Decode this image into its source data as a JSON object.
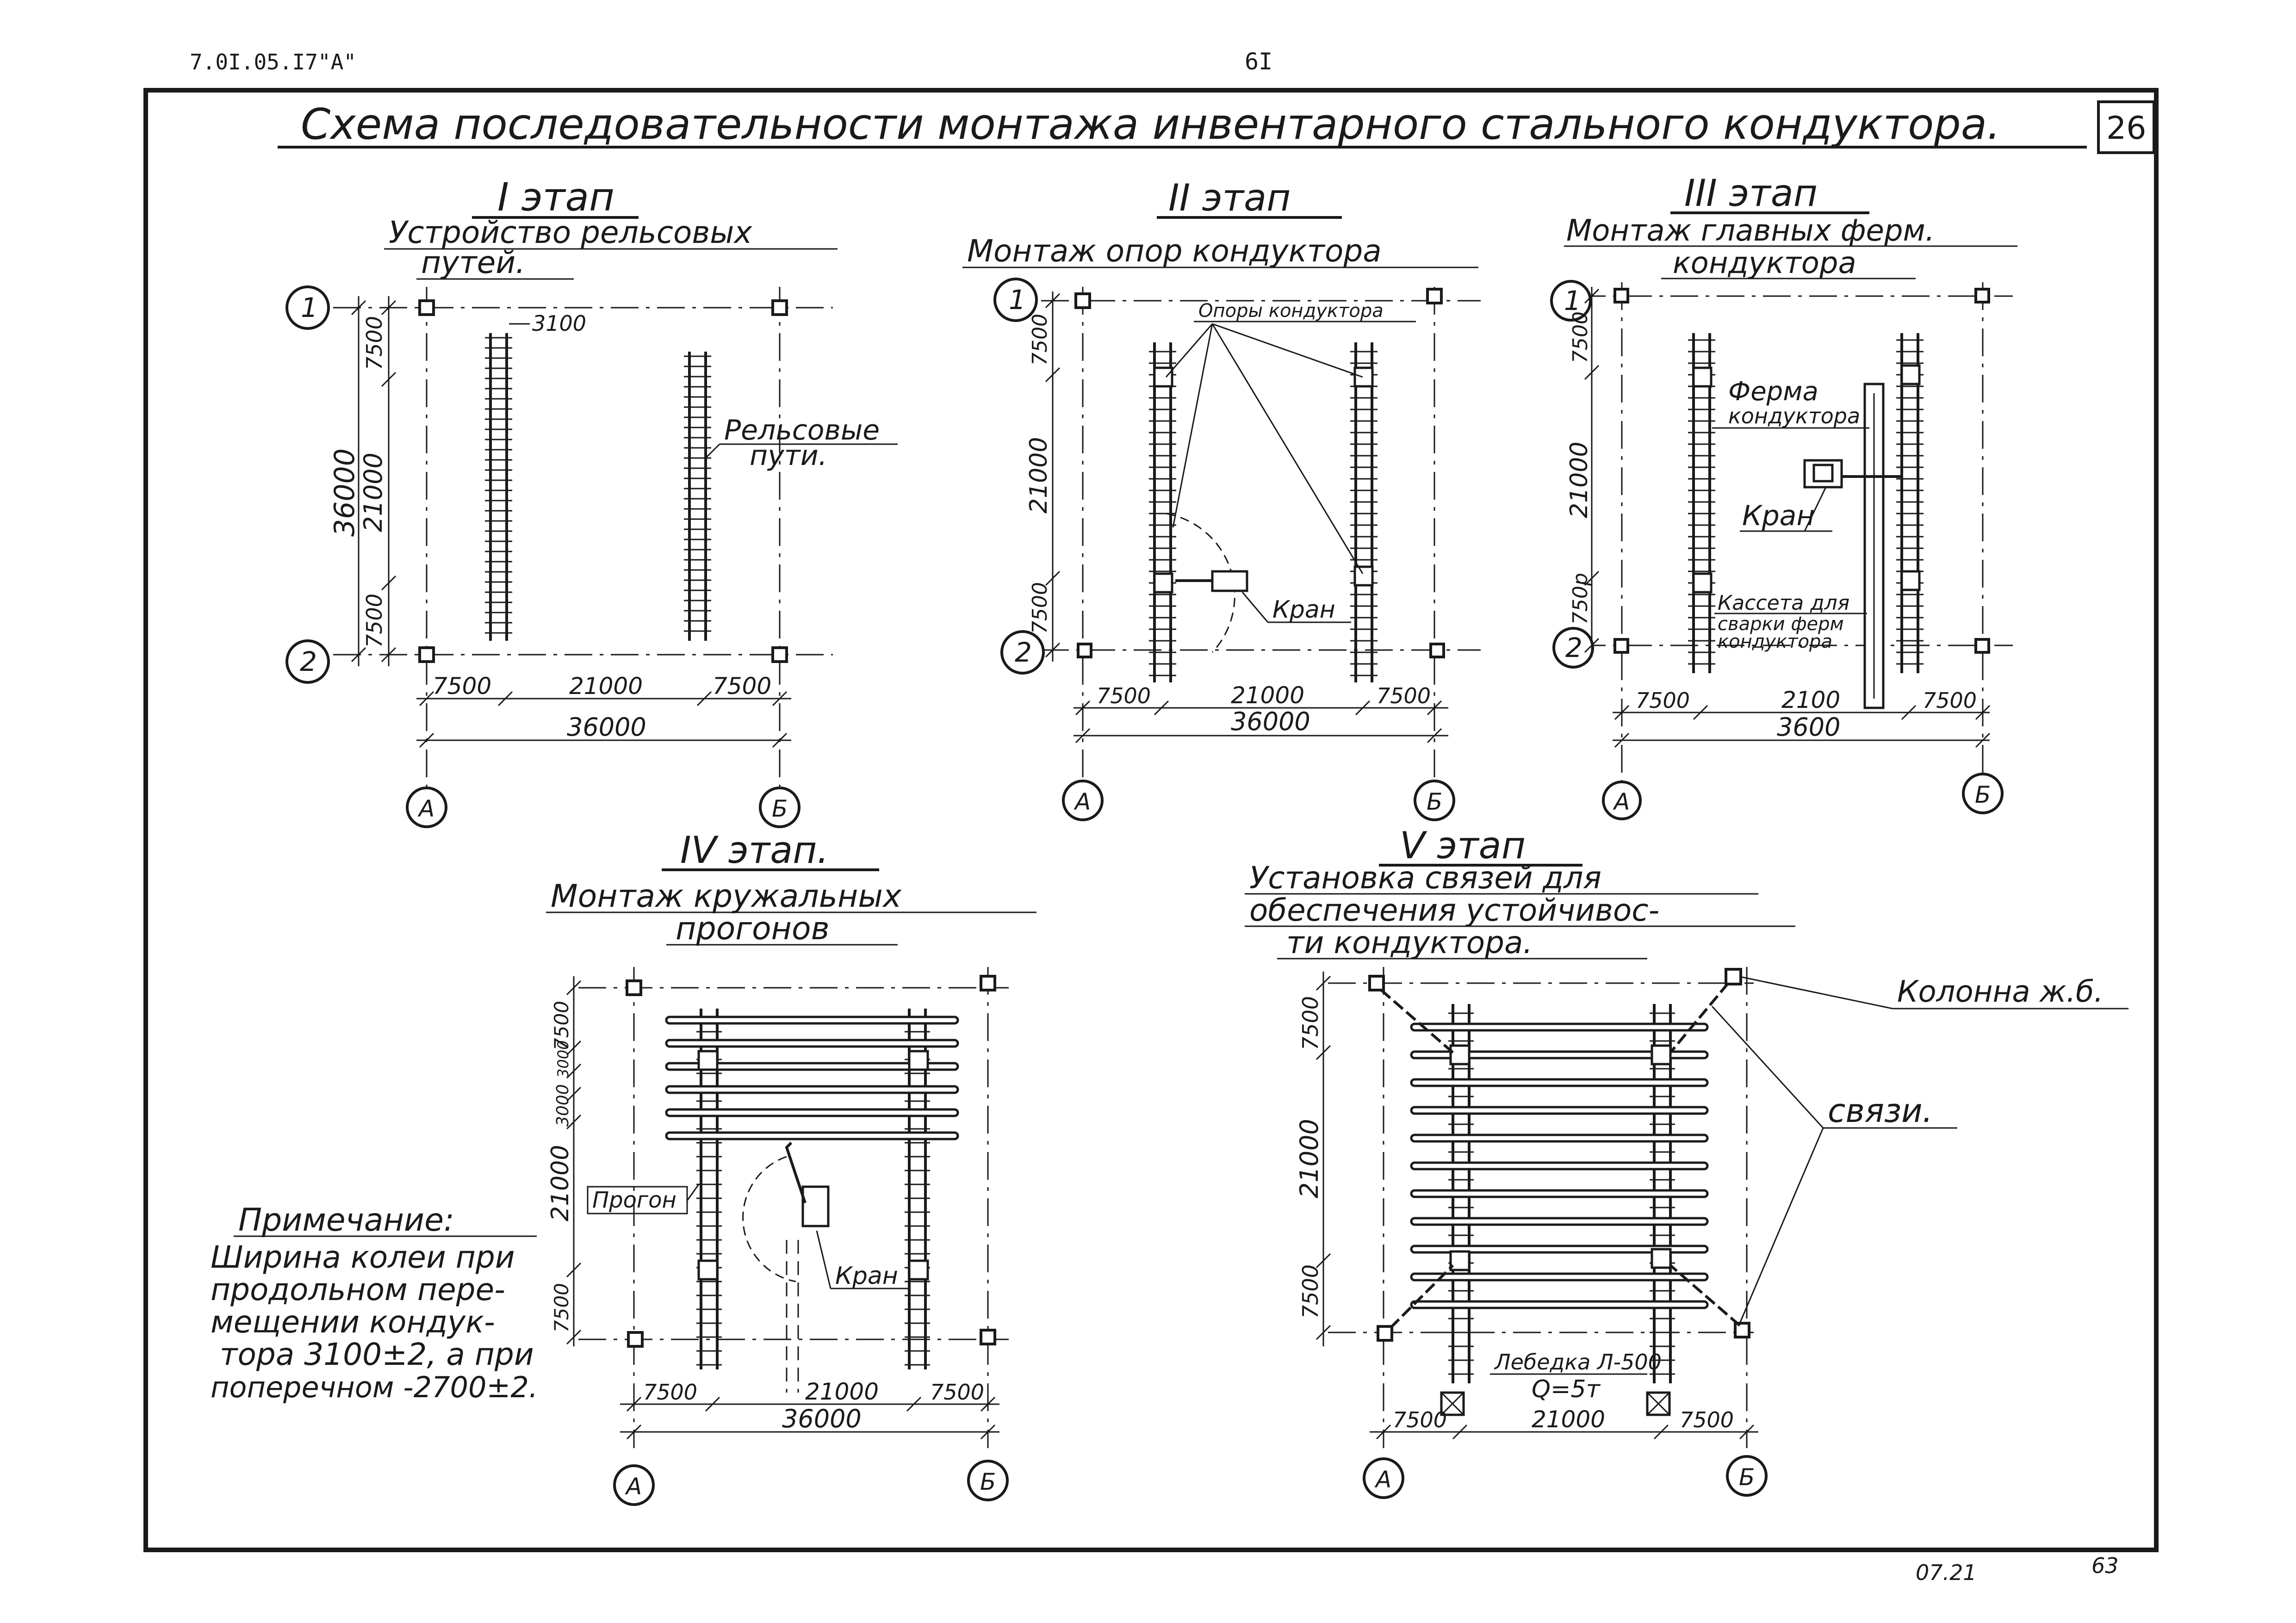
{
  "header": {
    "code": "7.0I.05.I7\"А\"",
    "page": "6I",
    "sheet_number": "26",
    "title": "Схема последовательности монтажа инвентарного стального кондуктора."
  },
  "stage1": {
    "title": "I этап",
    "subtitle1": "Устройство рельсовых",
    "subtitle2": "путей.",
    "gauge": "3100",
    "rails_label1": "Рельсовые",
    "rails_label2": "пути.",
    "dims_v": [
      "7500",
      "21000",
      "7500"
    ],
    "dim_total_v": "36000",
    "dims_h": [
      "7500",
      "21000",
      "7500"
    ],
    "dim_total_h": "36000",
    "axes": [
      "1",
      "2",
      "А",
      "Б"
    ]
  },
  "stage2": {
    "title": "II этап",
    "subtitle": "Монтаж опор кондуктора",
    "supports_label": "Опоры кондуктора",
    "crane_label": "Кран",
    "dims_v": [
      "7500",
      "21000",
      "7500"
    ],
    "dims_h": [
      "7500",
      "21000",
      "7500"
    ],
    "dim_total_h": "36000",
    "axes": [
      "1",
      "2",
      "А",
      "Б"
    ]
  },
  "stage3": {
    "title": "III этап",
    "subtitle1": "Монтаж главных ферм.",
    "subtitle2": "кондуктора",
    "truss_label1": "Ферма",
    "truss_label2": "кондуктора",
    "crane_label": "Кран",
    "cassette_label1": "Кассета для",
    "cassette_label2": "сварки ферм",
    "cassette_label3": "кондуктора",
    "dims_v": [
      "7500",
      "21000",
      "750р"
    ],
    "dims_h": [
      "7500",
      "2100",
      "7500"
    ],
    "dim_total_h": "3600",
    "axes": [
      "1",
      "2",
      "А",
      "Б"
    ]
  },
  "stage4": {
    "title": "IV этап.",
    "subtitle1": "Монтаж кружальных",
    "subtitle2": "прогонов",
    "purlin_label": "Прогон",
    "crane_label": "Кран",
    "dims_v": [
      "7500",
      "3000",
      "3000",
      "21000",
      "7500"
    ],
    "dims_h": [
      "7500",
      "21000",
      "7500"
    ],
    "dim_total_h": "36000",
    "axes": [
      "А",
      "Б"
    ]
  },
  "stage5": {
    "title": "V этап",
    "subtitle1": "Установка связей для",
    "subtitle2": "обеспечения устойчивос-",
    "subtitle3": "ти кондуктора.",
    "column_label": "Колонна ж.б.",
    "bracing_label": "связи.",
    "winch_label1": "Лебедка Л-500",
    "winch_label2": "Q=5т",
    "dims_v": [
      "7500",
      "21000",
      "7500"
    ],
    "dims_h": [
      "7500",
      "21000",
      "7500"
    ],
    "axes": [
      "А",
      "Б"
    ]
  },
  "note": {
    "title": "Примечание:",
    "lines": [
      "Ширина колеи при",
      "продольном пере-",
      "мещении кондук-",
      "тора 3100±2, а при",
      "поперечном -2700±2."
    ]
  },
  "footer": {
    "date": "07.21",
    "number": "63"
  }
}
